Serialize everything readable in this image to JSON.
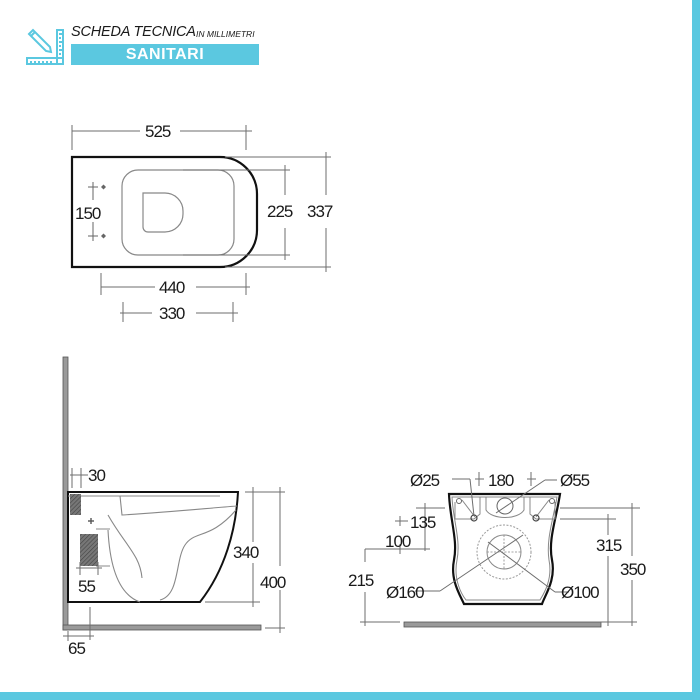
{
  "header": {
    "title": "SCHEDA TECNICA",
    "subtitle": "IN MILLIMETRI",
    "banner": "SANITARI",
    "logo_icon": "pencil-ruler-icon"
  },
  "colors": {
    "accent": "#5bc8e0",
    "line": "#1a1a1a",
    "dim_line": "#6d6d6d",
    "hatch": "#555555",
    "wall": "#8a8a8a"
  },
  "top_view": {
    "dims": {
      "overall_length": "525",
      "fixing_spacing": "150",
      "seat_width": "225",
      "overall_width": "337",
      "bowl_length": "440",
      "seat_length": "330"
    }
  },
  "side_view": {
    "dims": {
      "top_offset": "30",
      "height_bowl": "340",
      "height_total": "400",
      "inlet_width": "55",
      "wall_gap": "65"
    }
  },
  "rear_view": {
    "dims": {
      "fixing_hole_dia": "Ø25",
      "fixing_spacing": "180",
      "inlet_dia": "Ø55",
      "fixing_height_offset": "135",
      "outlet_offset": "100",
      "outlet_height": "215",
      "outlet_outer_dia": "Ø160",
      "outlet_inner_dia": "Ø100",
      "inlet_height": "315",
      "overall_height": "350"
    }
  }
}
